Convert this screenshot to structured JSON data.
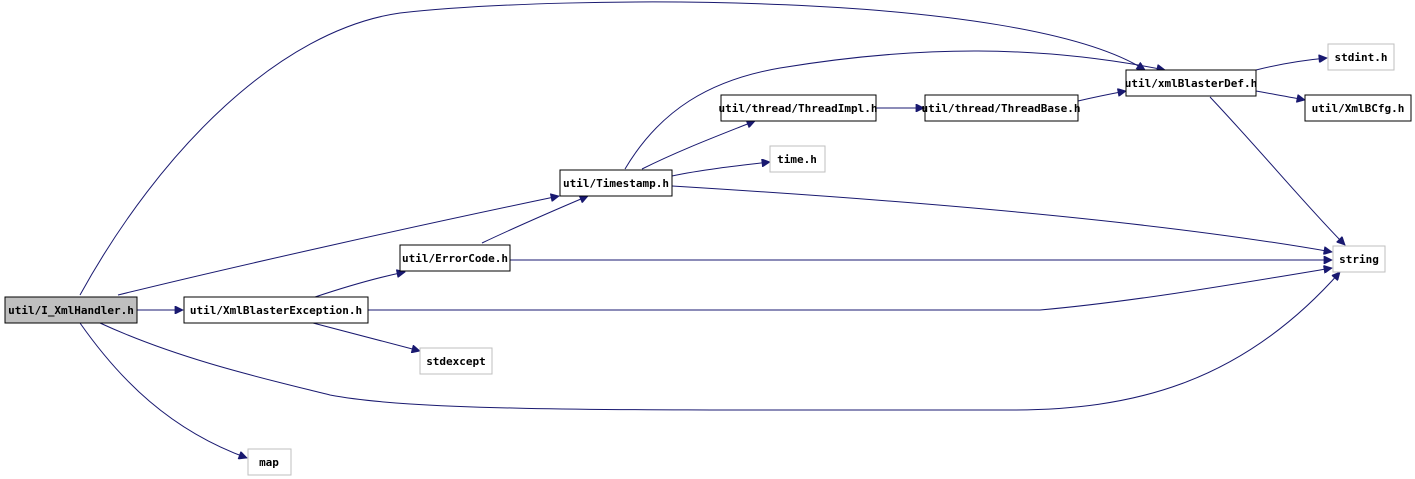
{
  "nodes": {
    "handler": "util/I_XmlHandler.h",
    "blaster_exception": "util/XmlBlasterException.h",
    "error_code": "util/ErrorCode.h",
    "timestamp": "util/Timestamp.h",
    "thread_impl": "util/thread/ThreadImpl.h",
    "thread_base": "util/thread/ThreadBase.h",
    "blaster_def": "util/xmlBlasterDef.h",
    "stdint": "stdint.h",
    "xmlbcfg": "util/XmlBCfg.h",
    "time": "time.h",
    "string": "string",
    "stdexcept": "stdexcept",
    "map": "map"
  },
  "colors": {
    "edge": "#191970",
    "root_fill": "#bfbfbf",
    "external_border": "#bfbfbf",
    "internal_border": "#000000"
  }
}
